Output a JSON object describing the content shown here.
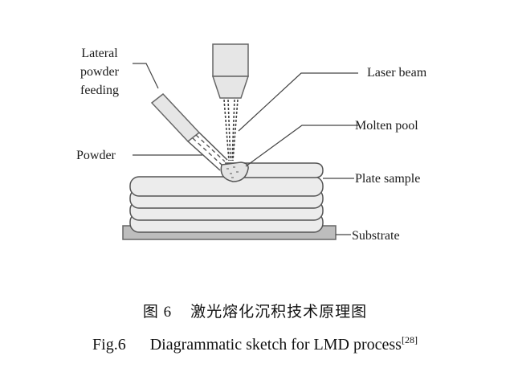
{
  "diagram": {
    "labels": {
      "lateral_feeding": [
        "Lateral",
        "powder",
        "feeding"
      ],
      "powder": "Powder",
      "laser_beam": "Laser beam",
      "molten_pool": "Molten pool",
      "plate_sample": "Plate sample",
      "substrate": "Substrate"
    },
    "deposited_layers": 5,
    "colors": {
      "fill_light": "#ececec",
      "fill_substrate": "#bdbdbd",
      "stroke": "#555555"
    }
  },
  "caption": {
    "cn_prefix": "图 6",
    "cn_text": "激光熔化沉积技术原理图",
    "en_prefix": "Fig.6",
    "en_text": "Diagrammatic sketch for LMD process",
    "reference": "[28]"
  }
}
